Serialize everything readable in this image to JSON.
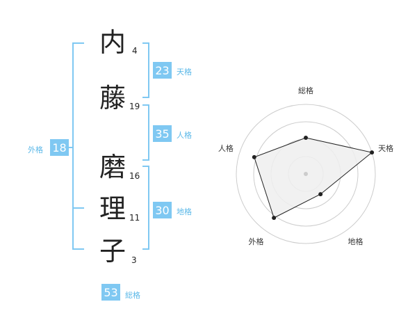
{
  "name": {
    "chars": [
      {
        "kanji": "内",
        "strokes": "4"
      },
      {
        "kanji": "藤",
        "strokes": "19"
      },
      {
        "kanji": "磨",
        "strokes": "16"
      },
      {
        "kanji": "理",
        "strokes": "11"
      },
      {
        "kanji": "子",
        "strokes": "3"
      }
    ]
  },
  "kakusu": {
    "tenkaku": {
      "value": "23",
      "label": "天格"
    },
    "jinkaku": {
      "value": "35",
      "label": "人格"
    },
    "chikaku": {
      "value": "30",
      "label": "地格"
    },
    "gaikaku": {
      "value": "18",
      "label": "外格"
    },
    "soukaku": {
      "value": "53",
      "label": "総格"
    }
  },
  "chart_data": {
    "type": "radar",
    "axes": [
      "総格",
      "天格",
      "地格",
      "外格",
      "人格"
    ],
    "values": [
      0.52,
      1.0,
      0.36,
      0.78,
      0.78
    ],
    "rings": 4,
    "colors": {
      "fill": "#eeeeee",
      "stroke": "#222222",
      "ring": "#cccccc",
      "center": "#cccccc"
    }
  }
}
